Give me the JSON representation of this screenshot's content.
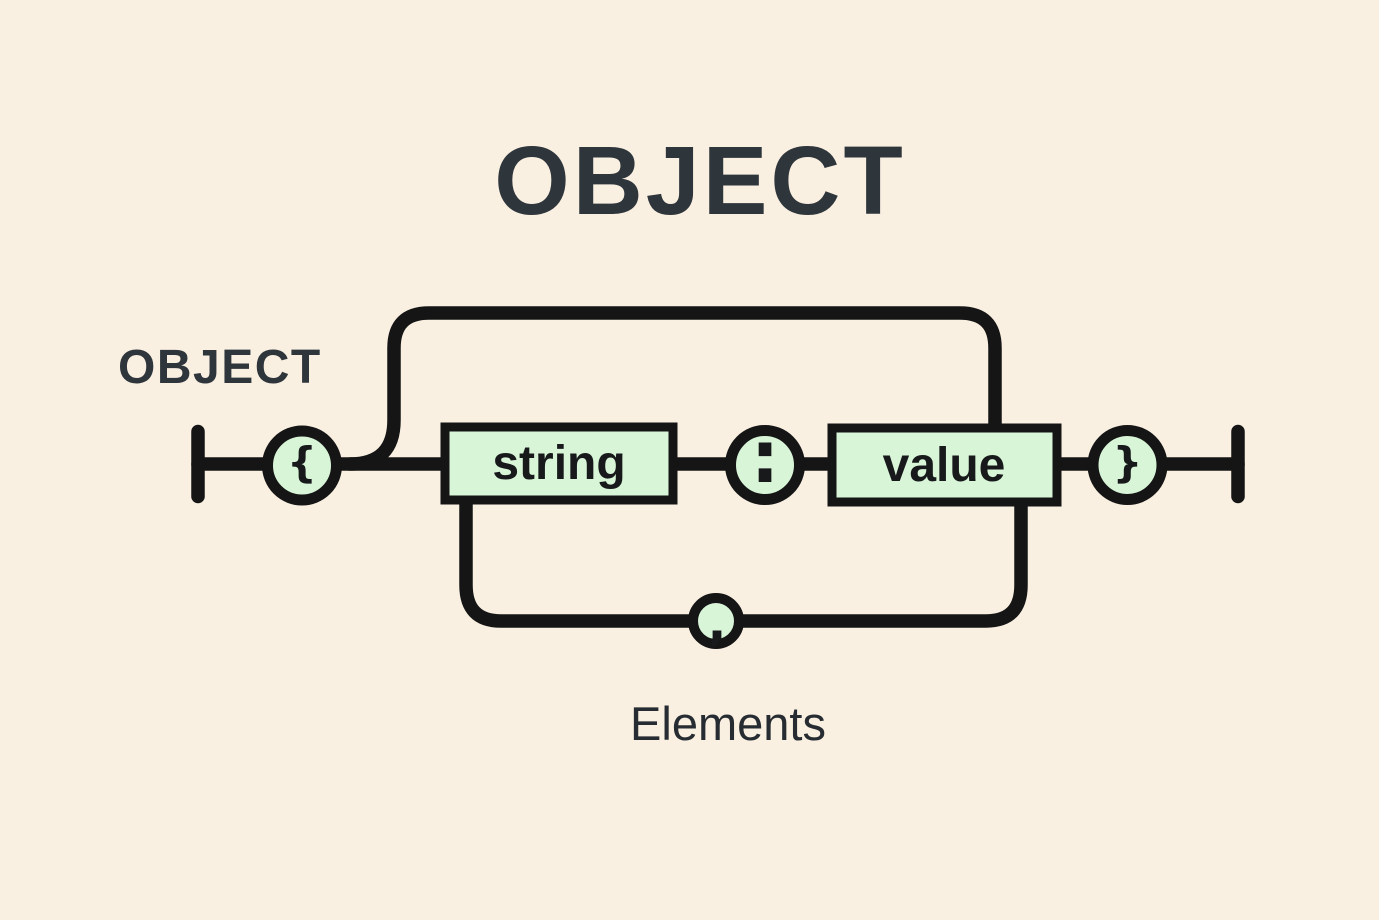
{
  "title": "OBJECT",
  "colors": {
    "background": "#FAF0E2",
    "ink": "#151515",
    "node_fill": "#D8F5D8",
    "title_text": "#2E353B",
    "caption_text": "#262C31"
  },
  "diagram": {
    "rule_label": "OBJECT",
    "caption": "Elements",
    "nodes": {
      "open_brace": {
        "glyph": "{"
      },
      "string": {
        "label": "string"
      },
      "colon": {
        "glyph": ":"
      },
      "value": {
        "label": "value"
      },
      "close_brace": {
        "glyph": "}"
      },
      "comma": {
        "glyph": ","
      }
    }
  }
}
